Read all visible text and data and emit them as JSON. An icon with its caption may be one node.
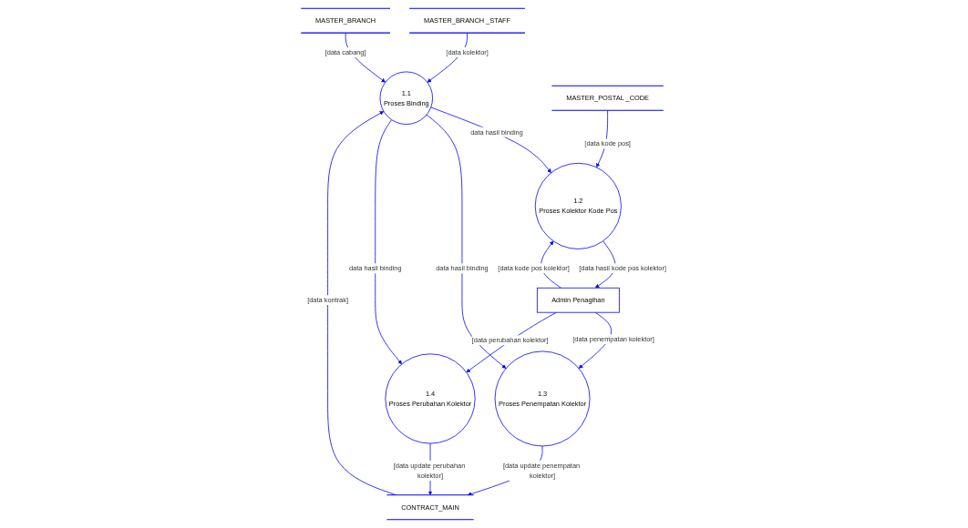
{
  "diagram": {
    "nodes": [
      {
        "text": [
          "MASTER_BRANCH _STAFF"
        ]
      },
      {
        "text": [
          "MASTER_BRANCH"
        ]
      },
      {
        "text": [
          "1.1",
          "Proses Binding"
        ]
      },
      {
        "text": [
          "MASTER_POSTAL _CODE"
        ]
      },
      {
        "text": [
          "CONTRACT_MAIN"
        ]
      },
      {
        "text": [
          "1.2",
          "Proses Kolektor Kode Pos"
        ]
      },
      {
        "text": [
          "1.3",
          "Proses Penempatan Kolektor"
        ]
      },
      {
        "text": [
          "1.4",
          "Proses Perubahan Kolektor"
        ]
      },
      {
        "text": [
          "Admin Penagihan"
        ]
      }
    ],
    "edges": [
      {
        "from": 0,
        "to": 2,
        "arrow": "to",
        "label": "[data kolektor]"
      },
      {
        "from": 1,
        "to": 2,
        "arrow": "to",
        "label": "[data cabang]"
      },
      {
        "from": 2,
        "to": 5,
        "arrow": "to",
        "label": "data hasil binding"
      },
      {
        "from": 2,
        "to": 6,
        "arrow": "to",
        "label": "data hasil binding"
      },
      {
        "from": 2,
        "to": 7,
        "arrow": "to",
        "label": "data hasil binding"
      },
      {
        "from": 4,
        "to": 2,
        "arrow": "to",
        "label": "[data kontrak]"
      },
      {
        "from": 3,
        "to": 5,
        "arrow": "to",
        "label": "[data kode pos]"
      },
      {
        "from": 7,
        "to": 4,
        "arrow": "to",
        "label": "[data update perubahan kolektor]"
      },
      {
        "from": 6,
        "to": 4,
        "arrow": "to",
        "label": "[data update penempatan kolektor]"
      },
      {
        "from": 5,
        "to": 8,
        "arrow": "to",
        "label": "[data hasil kode pos kolektor]"
      },
      {
        "from": 8,
        "to": 5,
        "arrow": "to",
        "label": "[data kode pos kolektor]"
      },
      {
        "from": 8,
        "to": 6,
        "arrow": "to",
        "label": "[data penempatan kolektor]"
      },
      {
        "from": 8,
        "to": 7,
        "arrow": "to",
        "label": "[data perubahan kolektor]"
      }
    ]
  }
}
